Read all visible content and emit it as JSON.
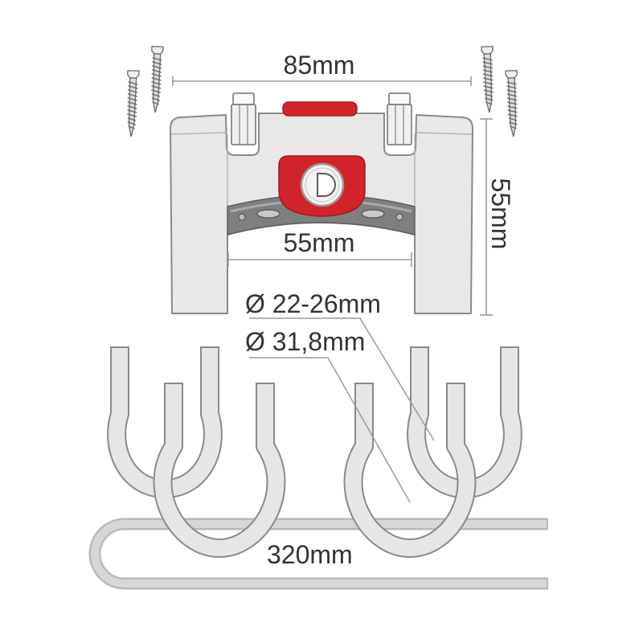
{
  "diagram": {
    "labels": {
      "top_width": "85mm",
      "height": "55mm",
      "inner_width": "55mm",
      "clamp_small_diameter": "Ø 22-26mm",
      "clamp_large_diameter": "Ø 31,8mm",
      "cable_length": "320mm"
    },
    "colors": {
      "lock_red": "#d2232a",
      "body_gray": "#e8e8e8",
      "band_gray": "#7f7f7f",
      "dimension_line": "#9a9a9a",
      "label_text": "#333333"
    },
    "icons": {
      "screw": "screw-icon",
      "keyhole": "keyhole-icon"
    }
  }
}
